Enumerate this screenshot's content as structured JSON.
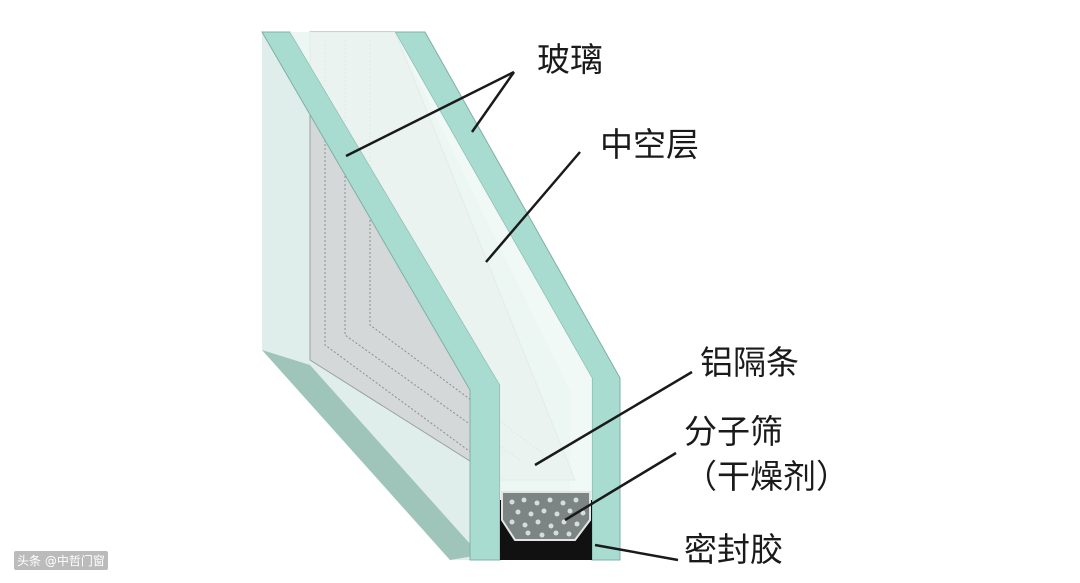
{
  "labels": {
    "glass": "玻璃",
    "air_space": "中空层",
    "aluminum_spacer": "铝隔条",
    "molecular_sieve": "分子筛",
    "desiccant": "（干燥剂）",
    "sealant": "密封胶"
  },
  "watermark": "头条 @中哲门窗",
  "colors": {
    "glass_edge": "#a8dcd0",
    "glass_edge_dark": "#6b9e92",
    "glass_face": "#e6f4f0",
    "spacer": "#cfd3d3",
    "sealant": "#111111",
    "desiccant": "#808585",
    "leader_line": "#1a1a1a"
  }
}
